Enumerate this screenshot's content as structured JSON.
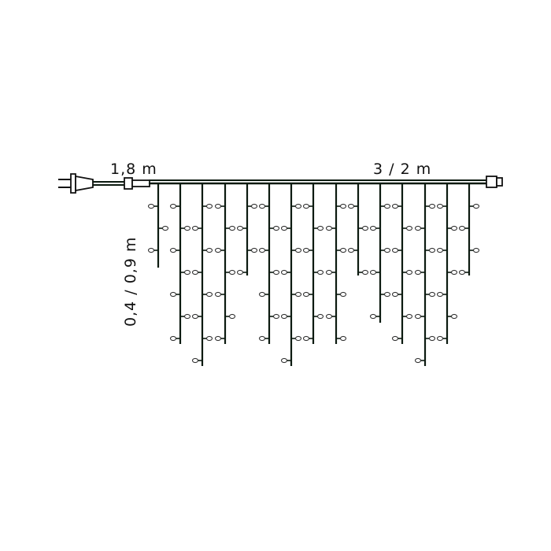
{
  "labels": {
    "lead_length": "1,8 m",
    "main_length": "3 / 2 m",
    "drop_length": "0,4 / 0,9 m"
  },
  "colors": {
    "wire": "#0c1a10",
    "bulb_outline": "#333333",
    "bulb_fill": "#ffffff",
    "background": "#ffffff"
  },
  "icons": {
    "plug": "plug-icon",
    "lead_connector": "connector-icon",
    "end_connector": "end-cap-icon",
    "bulb": "led-bulb-icon"
  }
}
